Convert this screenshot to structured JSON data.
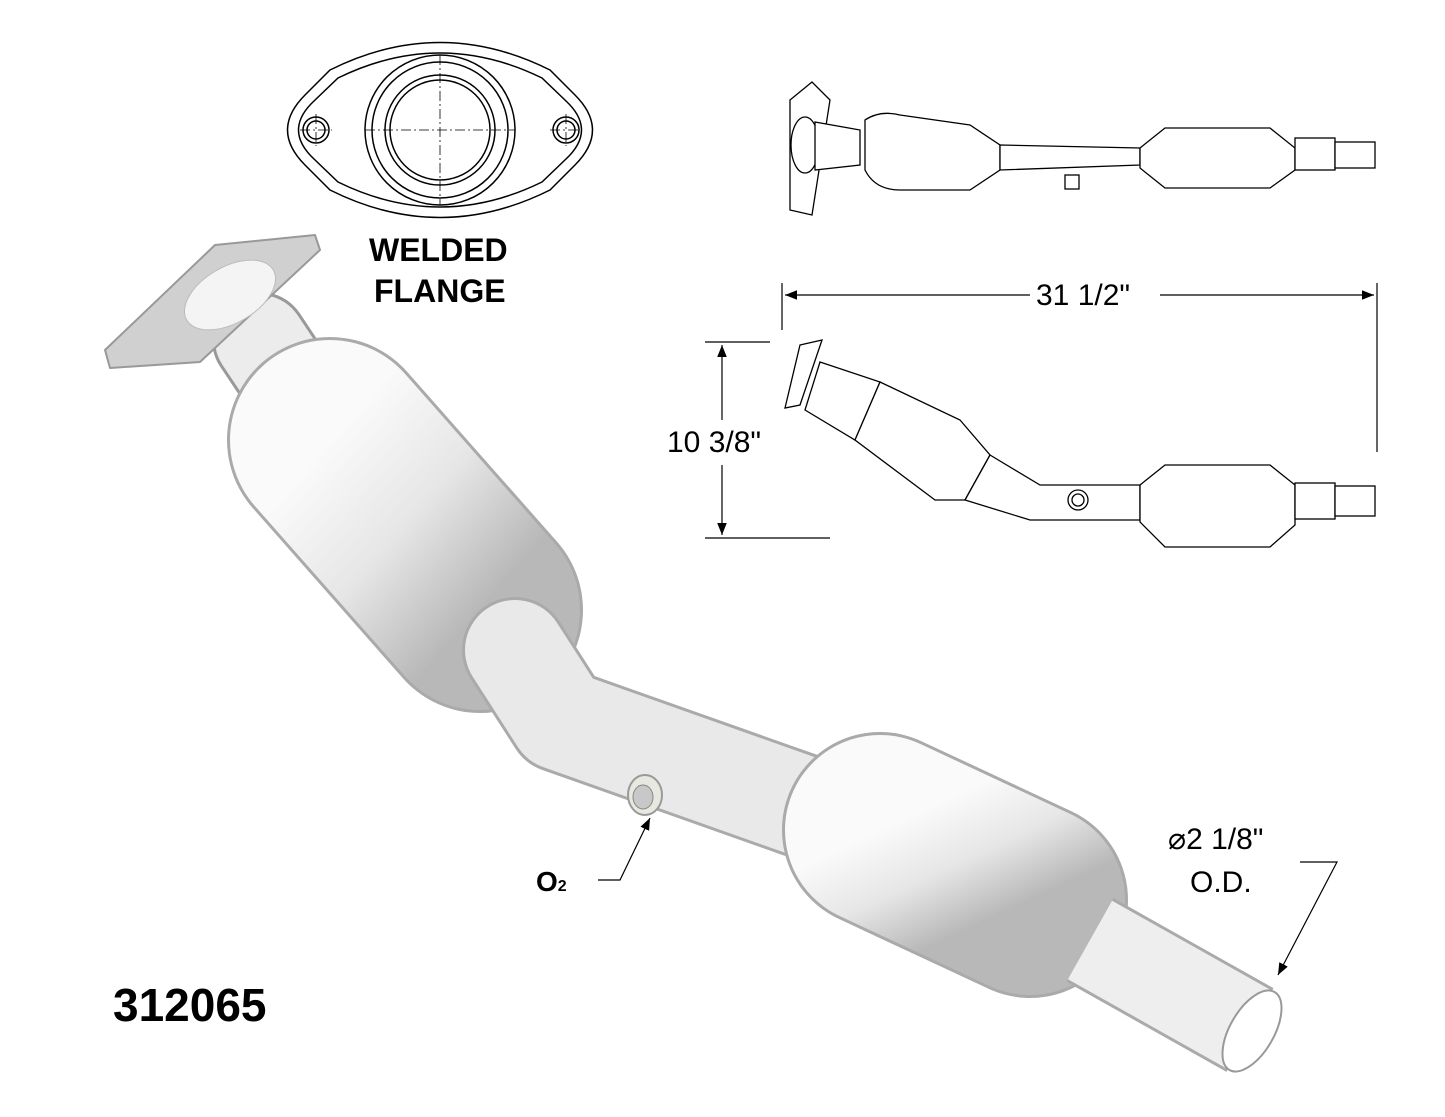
{
  "part_number": "312065",
  "flange_label_line1": "WELDED",
  "flange_label_line2": "FLANGE",
  "length_dimension": "31 1/2\"",
  "height_dimension": "10 3/8\"",
  "outlet_diameter": "2 1/8\"",
  "outlet_diameter_symbol": "⌀",
  "outlet_od_label": "O.D.",
  "o2_label": "O",
  "o2_subscript": "2",
  "colors": {
    "metal_light": "#f2f2f2",
    "metal_mid": "#d6d6d6",
    "metal_dark": "#a8a8a8",
    "line": "#000000"
  }
}
